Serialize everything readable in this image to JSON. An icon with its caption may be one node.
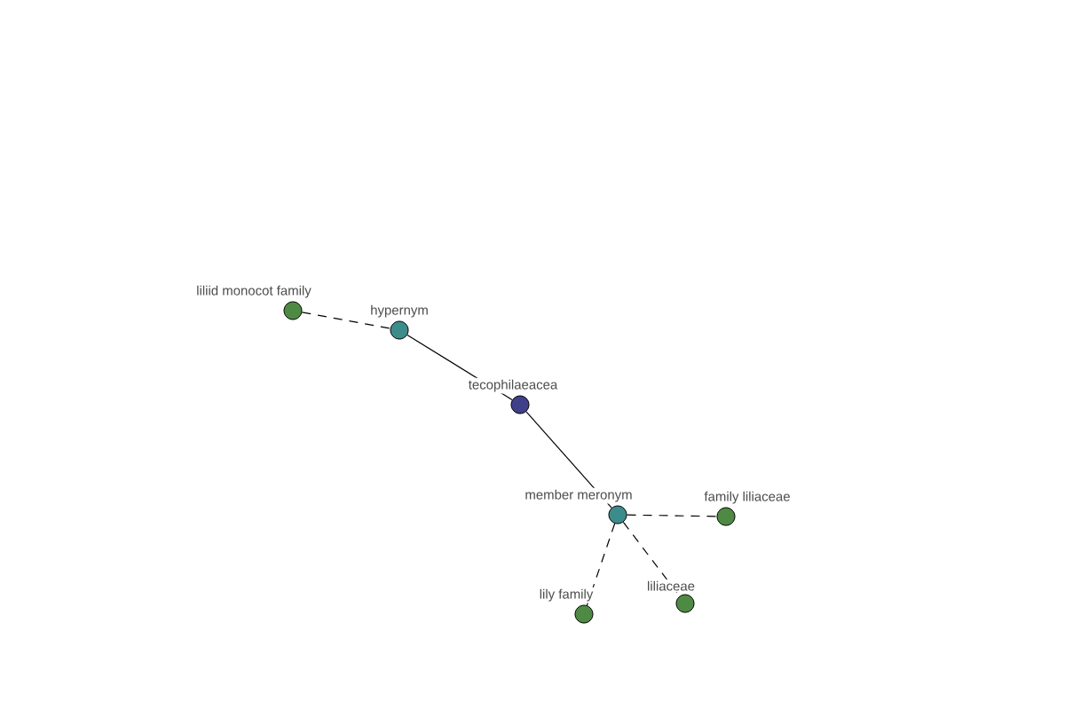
{
  "diagram": {
    "nodes": [
      {
        "text": [
          "liliid monocot family"
        ]
      },
      {
        "text": [
          "hypernym"
        ]
      },
      {
        "text": [
          "tecophilaeacea"
        ]
      },
      {
        "text": [
          "member meronym"
        ]
      },
      {
        "text": [
          "family liliaceae"
        ]
      },
      {
        "text": [
          "lily family"
        ]
      },
      {
        "text": [
          "liliaceae"
        ]
      }
    ],
    "edges": [
      {
        "from": 0,
        "to": 1,
        "arrow": "none",
        "style": "dashed"
      },
      {
        "from": 1,
        "to": 2,
        "arrow": "none"
      },
      {
        "from": 2,
        "to": 3,
        "arrow": "none"
      },
      {
        "from": 3,
        "to": 4,
        "arrow": "none",
        "style": "dashed"
      },
      {
        "from": 3,
        "to": 5,
        "arrow": "none",
        "style": "dashed"
      },
      {
        "from": 3,
        "to": 6,
        "arrow": "none",
        "style": "dashed"
      }
    ]
  }
}
